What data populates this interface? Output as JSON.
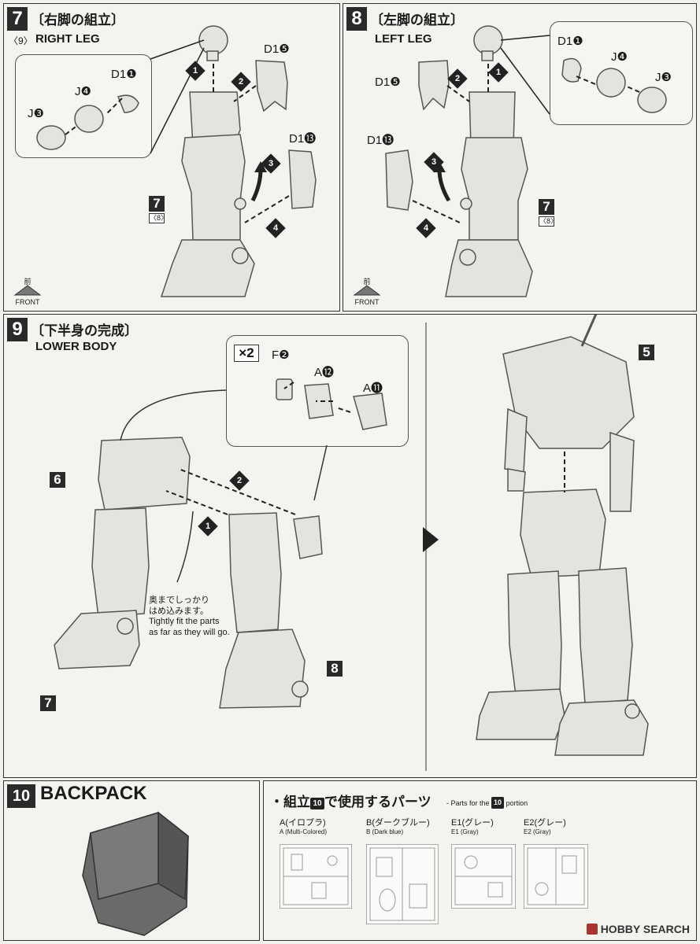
{
  "step7": {
    "number": "7",
    "jp_title": "〔右脚の組立〕",
    "en_title": "RIGHT LEG",
    "sub": "〈9〉",
    "parts": {
      "d1_1": "D1",
      "d1_1n": "❶",
      "j4": "J",
      "j4n": "❹",
      "j3": "J",
      "j3n": "❸",
      "d1_5": "D1",
      "d1_5n": "❺",
      "d1_13": "D1",
      "d1_13n": "⓭"
    },
    "arrows": [
      "1",
      "2",
      "3",
      "4"
    ],
    "box_label": "7",
    "box_sub": "〈8〉"
  },
  "step8": {
    "number": "8",
    "jp_title": "〔左脚の組立〕",
    "en_title": "LEFT LEG",
    "parts": {
      "d1_1": "D1",
      "d1_1n": "❶",
      "j4": "J",
      "j4n": "❹",
      "j3": "J",
      "j3n": "❸",
      "d1_5": "D1",
      "d1_5n": "❺",
      "d1_13": "D1",
      "d1_13n": "⓭"
    },
    "arrows": [
      "1",
      "2",
      "3",
      "4"
    ],
    "box_label": "7",
    "box_sub": "〈8〉"
  },
  "front": {
    "jp": "前",
    "en": "FRONT"
  },
  "step9": {
    "number": "9",
    "jp_title": "〔下半身の完成〕",
    "en_title": "LOWER BODY",
    "multiplier": "×2",
    "parts": {
      "f2": "F",
      "f2n": "❷",
      "a12": "A",
      "a12n": "⓬",
      "a11": "A",
      "a11n": "⓫"
    },
    "arrows": [
      "1",
      "2"
    ],
    "note_jp_1": "奥までしっかり",
    "note_jp_2": "はめ込みます。",
    "note_en_1": "Tightly fit the parts",
    "note_en_2": "as far as they will go.",
    "labels": {
      "six": "6",
      "seven": "7",
      "eight": "8",
      "five": "5"
    }
  },
  "step10": {
    "number": "10",
    "title": "BACKPACK"
  },
  "parts_used": {
    "bullet": "・",
    "prefix": "組立",
    "step": "10",
    "suffix": "で使用するパーツ",
    "en_prefix": "- Parts for the",
    "en_suffix": "portion",
    "runners": [
      {
        "name": "A(イロプラ)",
        "sub": "A (Multi-Colored)"
      },
      {
        "name": "B(ダークブルー)",
        "sub": "B (Dark blue)"
      },
      {
        "name": "E1(グレー)",
        "sub": "E1 (Gray)"
      },
      {
        "name": "E2(グレー)",
        "sub": "E2 (Gray)"
      }
    ]
  },
  "watermark": {
    "text": "HOBBY SEARCH"
  },
  "colors": {
    "panel_border": "#333333",
    "dark_label": "#2a2a2a",
    "part_fill": "#e4e3df",
    "part_stroke": "#555555"
  }
}
